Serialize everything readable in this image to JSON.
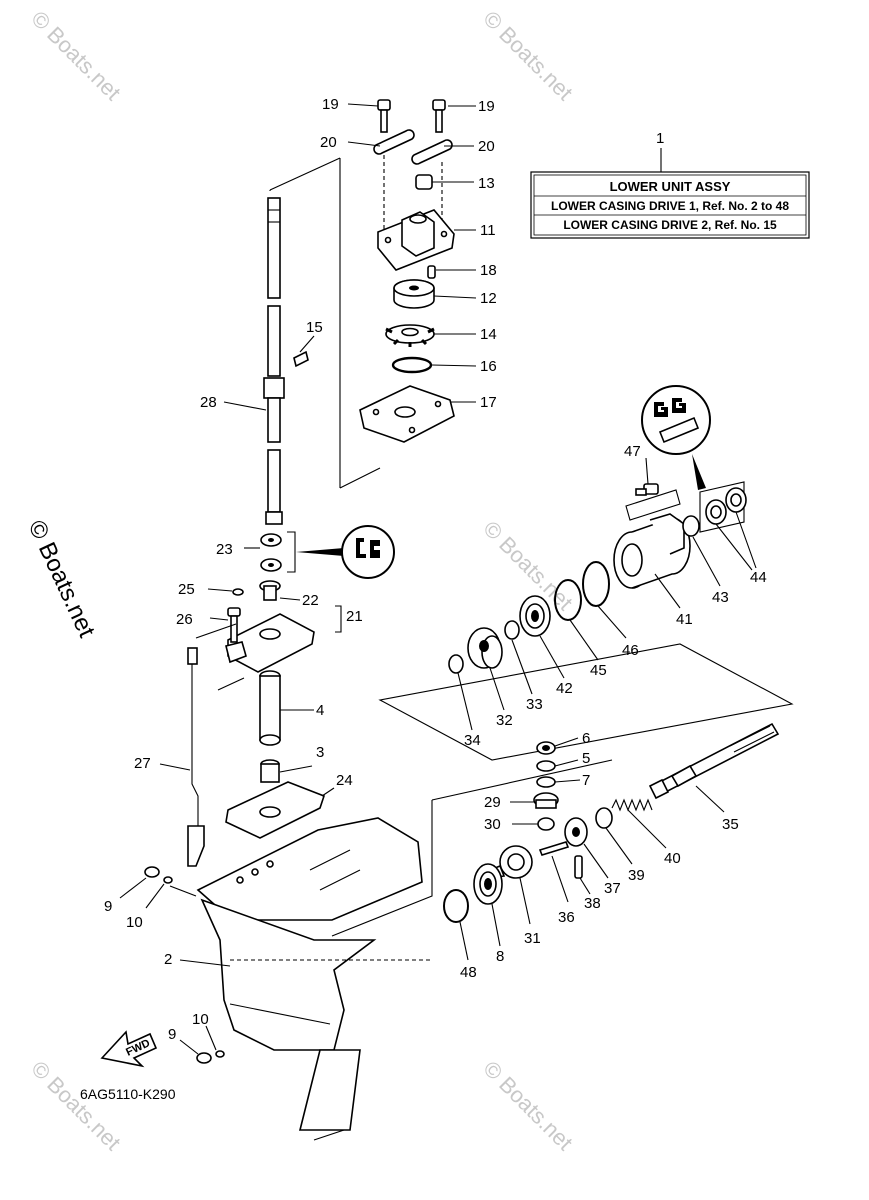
{
  "legend_box": {
    "ref": "1",
    "title": "LOWER UNIT ASSY",
    "line1": "LOWER CASING DRIVE 1,  Ref. No. 2 to 48",
    "line2": "LOWER CASING DRIVE 2,  Ref. No. 15"
  },
  "diagram_code": "6AG5110-K290",
  "fwd_label": "FWD",
  "watermark": "© Boats.net",
  "side_watermark": "© Boats.net",
  "labels": [
    {
      "id": "19a",
      "text": "19"
    },
    {
      "id": "19b",
      "text": "19"
    },
    {
      "id": "20a",
      "text": "20"
    },
    {
      "id": "20b",
      "text": "20"
    },
    {
      "id": "13",
      "text": "13"
    },
    {
      "id": "11",
      "text": "11"
    },
    {
      "id": "18",
      "text": "18"
    },
    {
      "id": "12",
      "text": "12"
    },
    {
      "id": "15",
      "text": "15"
    },
    {
      "id": "14",
      "text": "14"
    },
    {
      "id": "16",
      "text": "16"
    },
    {
      "id": "28",
      "text": "28"
    },
    {
      "id": "17",
      "text": "17"
    },
    {
      "id": "47",
      "text": "47"
    },
    {
      "id": "23",
      "text": "23"
    },
    {
      "id": "25",
      "text": "25"
    },
    {
      "id": "22",
      "text": "22"
    },
    {
      "id": "21",
      "text": "21"
    },
    {
      "id": "26",
      "text": "26"
    },
    {
      "id": "41",
      "text": "41"
    },
    {
      "id": "43",
      "text": "43"
    },
    {
      "id": "44",
      "text": "44"
    },
    {
      "id": "46",
      "text": "46"
    },
    {
      "id": "45",
      "text": "45"
    },
    {
      "id": "42",
      "text": "42"
    },
    {
      "id": "33",
      "text": "33"
    },
    {
      "id": "32",
      "text": "32"
    },
    {
      "id": "34",
      "text": "34"
    },
    {
      "id": "4",
      "text": "4"
    },
    {
      "id": "3",
      "text": "3"
    },
    {
      "id": "27",
      "text": "27"
    },
    {
      "id": "24",
      "text": "24"
    },
    {
      "id": "6",
      "text": "6"
    },
    {
      "id": "5",
      "text": "5"
    },
    {
      "id": "7",
      "text": "7"
    },
    {
      "id": "29",
      "text": "29"
    },
    {
      "id": "30",
      "text": "30"
    },
    {
      "id": "35",
      "text": "35"
    },
    {
      "id": "40",
      "text": "40"
    },
    {
      "id": "39",
      "text": "39"
    },
    {
      "id": "37",
      "text": "37"
    },
    {
      "id": "38",
      "text": "38"
    },
    {
      "id": "36",
      "text": "36"
    },
    {
      "id": "31",
      "text": "31"
    },
    {
      "id": "8",
      "text": "8"
    },
    {
      "id": "48",
      "text": "48"
    },
    {
      "id": "9a",
      "text": "9"
    },
    {
      "id": "10a",
      "text": "10"
    },
    {
      "id": "2",
      "text": "2"
    },
    {
      "id": "10b",
      "text": "10"
    },
    {
      "id": "9b",
      "text": "9"
    }
  ]
}
